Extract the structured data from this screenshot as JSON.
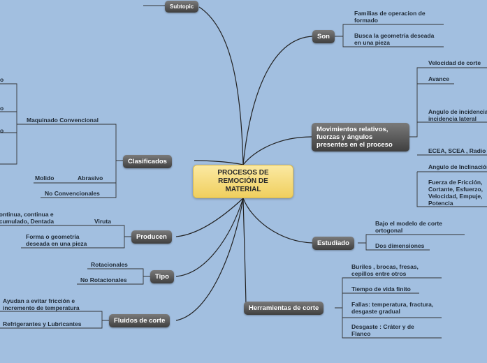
{
  "central": "PROCESOS DE REMOCIÓN DE MATERIAL",
  "subtopic": "Subtopic",
  "son": {
    "label": "Son",
    "items": [
      "Familias de operacion de formado",
      "Busca la geometría deseada en una pieza"
    ]
  },
  "movimientos": {
    "label": "Movimientos relativos, fuerzas y ángulos presentes en el proceso",
    "items": [
      "Velocidad de corte",
      "Avance",
      "Angulo de incidencia, incidencia lateral",
      "ECEA, SCEA , Radio",
      "Angulo de Inclinación",
      "Fuerza de Fricción, Cortante, Esfuerzo, Velocidad, Empuje, Potencia"
    ]
  },
  "estudiado": {
    "label": "Estudiado",
    "items": [
      "Bajo el modelo de corte ortogonal",
      "Dos dimensiones"
    ]
  },
  "herramientas": {
    "label": "Herramientas de corte",
    "items": [
      "Buriles , brocas, fresas, cepillos entre otros",
      "Tiempo de vida finito",
      "Fallas: temperatura, fractura, desgaste gradual",
      "Desgaste : Cráter y de Flanco"
    ]
  },
  "clasificados": {
    "label": "Clasificados",
    "maquinado": "Maquinado Convencional",
    "maquinado_leaves": [
      "o",
      "o",
      "o"
    ],
    "molido": "Molido",
    "abrasivo": "Abrasivo",
    "no_convencionales": "No Convencionales"
  },
  "producen": {
    "label": "Producen",
    "viruta": "Viruta",
    "viruta_detail": "continua, continua e acumulado, Dentada",
    "forma": "Forma o geometría deseada en una pieza"
  },
  "tipo": {
    "label": "Tipo",
    "items": [
      "Rotacionales",
      "No Rotacionales"
    ]
  },
  "fluidos": {
    "label": "Fluidos de corte",
    "items": [
      "Ayudan a evitar fricción e incremento de temperatura",
      "Refrigerantes y Lubricantes"
    ]
  }
}
